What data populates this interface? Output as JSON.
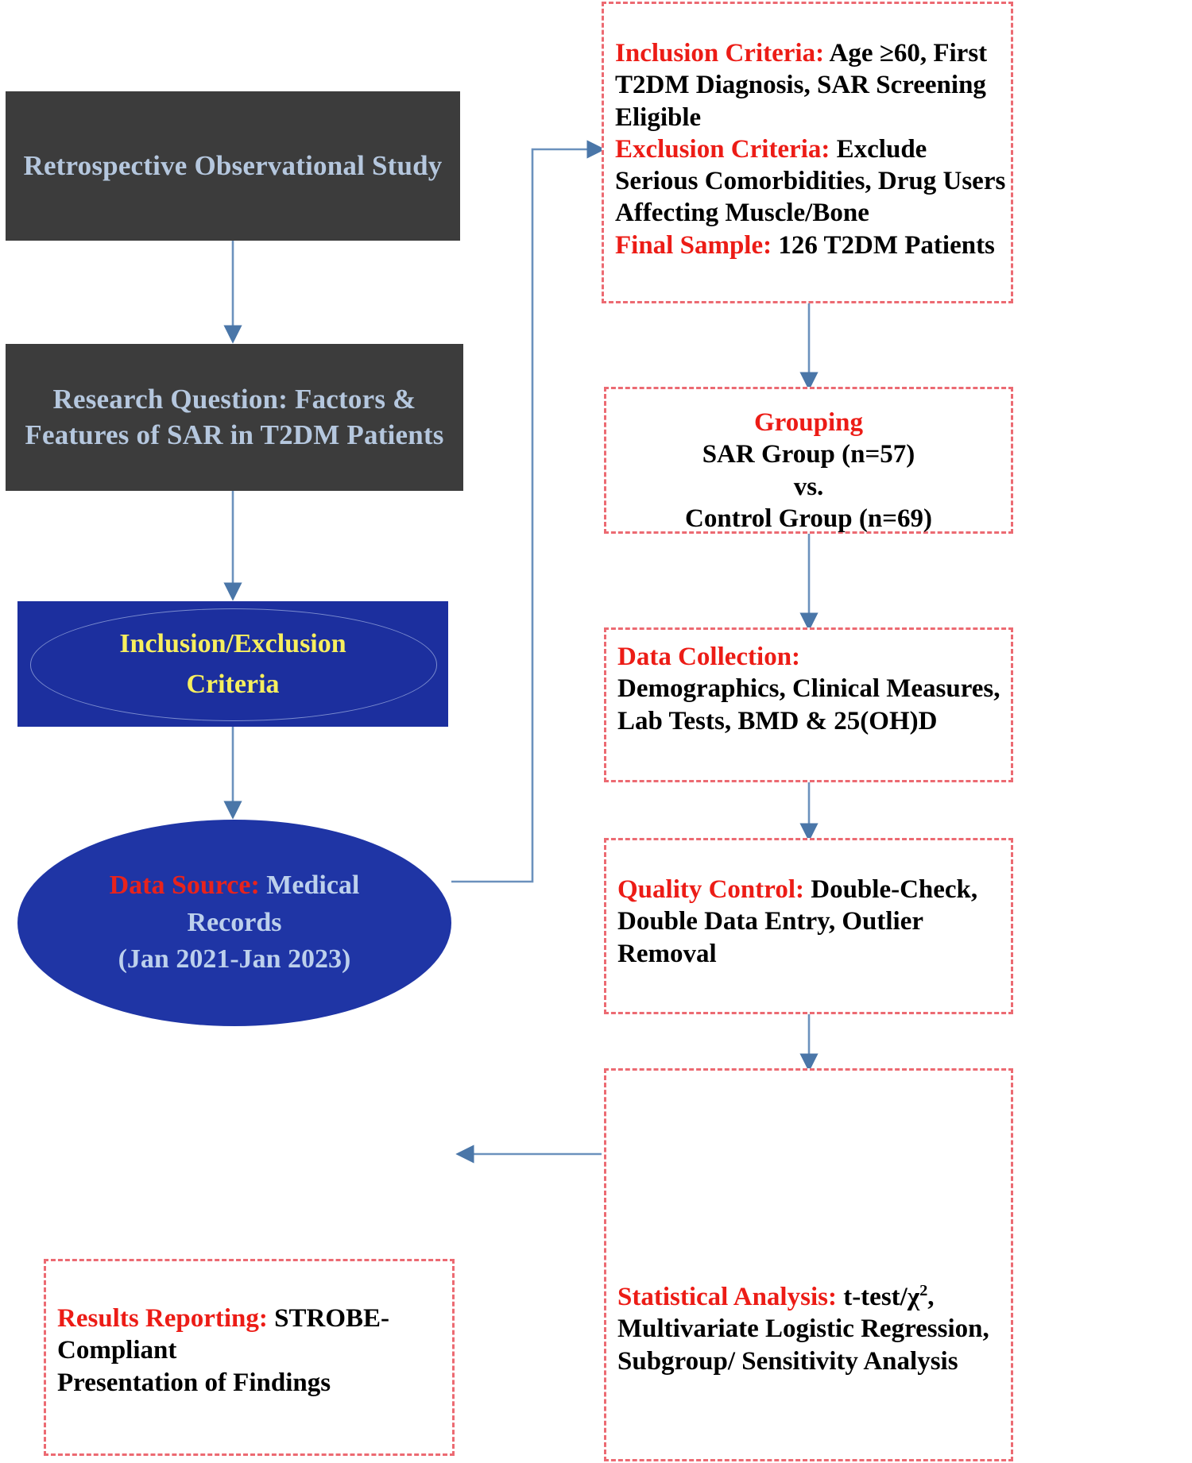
{
  "meta": {
    "title": "Study Design Flowchart",
    "colors": {
      "dark_box_bg": "#3c3c3c",
      "dark_box_text": "#b5c7de",
      "blue_rect_bg": "#1c2f9e",
      "blue_rect_text": "#f7ef5e",
      "blue_ellipse_bg": "#1f35a5",
      "blue_ellipse_text": "#bcd0ec",
      "accent_red": "#ec1c16",
      "dashed_border": "#ec6a72",
      "arrow": "#5b84b1"
    }
  },
  "left_column": {
    "study_type": {
      "label": "Retrospective Observational Study"
    },
    "research_question": {
      "line1": "Research Question: Factors &",
      "line2": "Features of SAR in T2DM Patients"
    },
    "criteria_box": {
      "line1": "Inclusion/Exclusion",
      "line2": "Criteria"
    },
    "data_source": {
      "label_red": "Data Source:",
      "rest_line1": " Medical",
      "line2": "Records",
      "line3": "(Jan 2021-Jan 2023)"
    },
    "results_reporting": {
      "label_red": "Results Reporting:",
      "rest_line1": " STROBE-",
      "line2": "Compliant",
      "line3": "Presentation of Findings"
    }
  },
  "right_column": {
    "criteria_detail": {
      "inclusion_label": "Inclusion Criteria:",
      "inclusion_text": " Age ≥60, First T2DM Diagnosis, SAR Screening Eligible",
      "exclusion_label": "Exclusion Criteria:",
      "exclusion_text": " Exclude Serious Comorbidities, Drug Users Affecting Muscle/Bone",
      "final_label": "Final Sample:",
      "final_text": " 126 T2DM Patients"
    },
    "grouping": {
      "title": "Grouping",
      "line1": "SAR Group (n=57)",
      "line2": "vs.",
      "line3": "Control Group (n=69)"
    },
    "data_collection": {
      "label_red": "Data Collection:",
      "text": "Demographics,  Clinical Measures, Lab Tests,  BMD & 25(OH)D"
    },
    "quality_control": {
      "label_red": "Quality Control:",
      "text": " Double-Check, Double Data Entry, Outlier Removal"
    },
    "statistical_analysis": {
      "label_red": "Statistical Analysis:",
      "text_a": " t-test/χ",
      "sup": "2",
      "text_b": ", Multivariate Logistic Regression, Subgroup/ Sensitivity Analysis"
    }
  }
}
